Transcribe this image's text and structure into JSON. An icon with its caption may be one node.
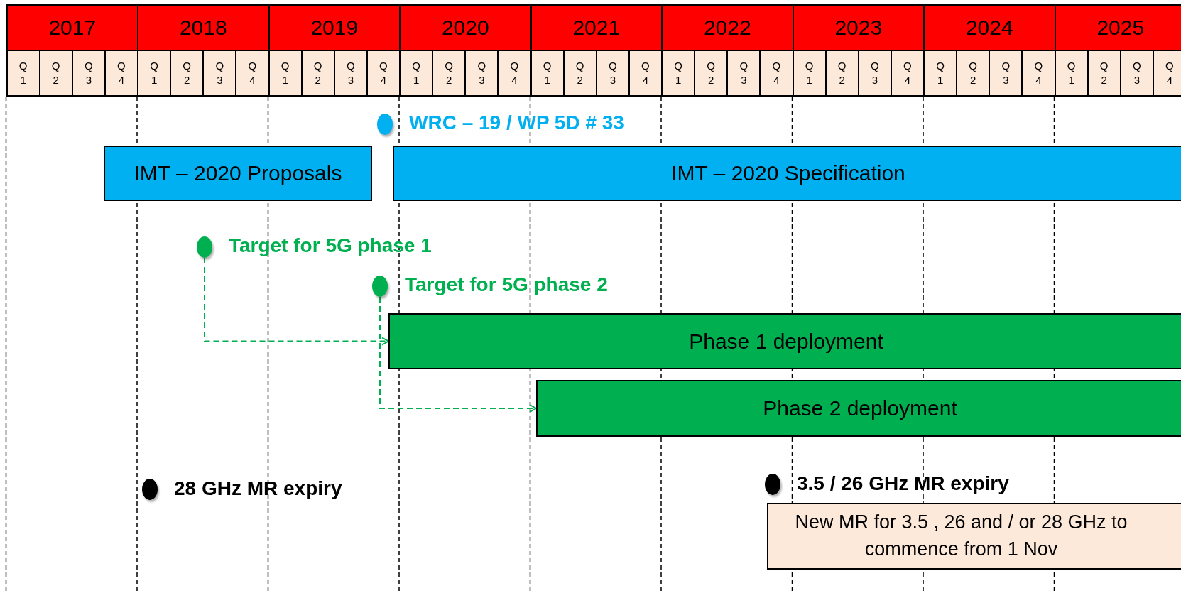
{
  "diagram": {
    "nodes": [
      {
        "text": [],
        "shape": "circle",
        "beside": [
          "WRC – 19 / WP 5D # 33"
        ]
      },
      {
        "text": [
          "IMT – 2020 Proposals"
        ]
      },
      {
        "text": [
          "IMT – 2020 Specification"
        ]
      },
      {
        "text": [],
        "shape": "circle",
        "beside": [
          "Target for 5G phase 1"
        ]
      },
      {
        "text": [],
        "shape": "circle",
        "beside": [
          "Target for 5G phase 2"
        ]
      },
      {
        "text": [
          "Phase 1 deployment"
        ]
      },
      {
        "text": [
          "Phase 2 deployment"
        ]
      },
      {
        "text": [],
        "shape": "circle",
        "beside": [
          "28 GHz MR expiry"
        ]
      },
      {
        "text": [],
        "shape": "circle",
        "beside": [
          "3.5 / 26 GHz MR expiry"
        ]
      },
      {
        "text": [
          "New MR for 3.5 , 26 and / or 28 GHz to commence from 1 Nov"
        ]
      }
    ],
    "edges": [
      {
        "from": 3,
        "to": 5,
        "arrow": "to",
        "style": "dashed",
        "color": "#00b050"
      },
      {
        "from": 4,
        "to": 6,
        "arrow": "to",
        "style": "dashed",
        "color": "#00b050"
      }
    ],
    "labels": [
      "2017",
      "2018",
      "2019",
      "2020",
      "2021",
      "2022",
      "2023",
      "2024",
      "2025",
      "Q 1",
      "Q 2",
      "Q 3",
      "Q 4",
      "Q 1",
      "Q 2",
      "Q 3",
      "Q 4",
      "Q 1",
      "Q 2",
      "Q 3",
      "Q 4",
      "Q 1",
      "Q 2",
      "Q 3",
      "Q 4",
      "Q 1",
      "Q 2",
      "Q 3",
      "Q 4",
      "Q 1",
      "Q 2",
      "Q 3",
      "Q 4",
      "Q 1",
      "Q 2",
      "Q 3",
      "Q 4",
      "Q 1",
      "Q 2",
      "Q 3",
      "Q 4",
      "Q 1",
      "Q 2",
      "Q 3",
      "Q 4"
    ]
  }
}
